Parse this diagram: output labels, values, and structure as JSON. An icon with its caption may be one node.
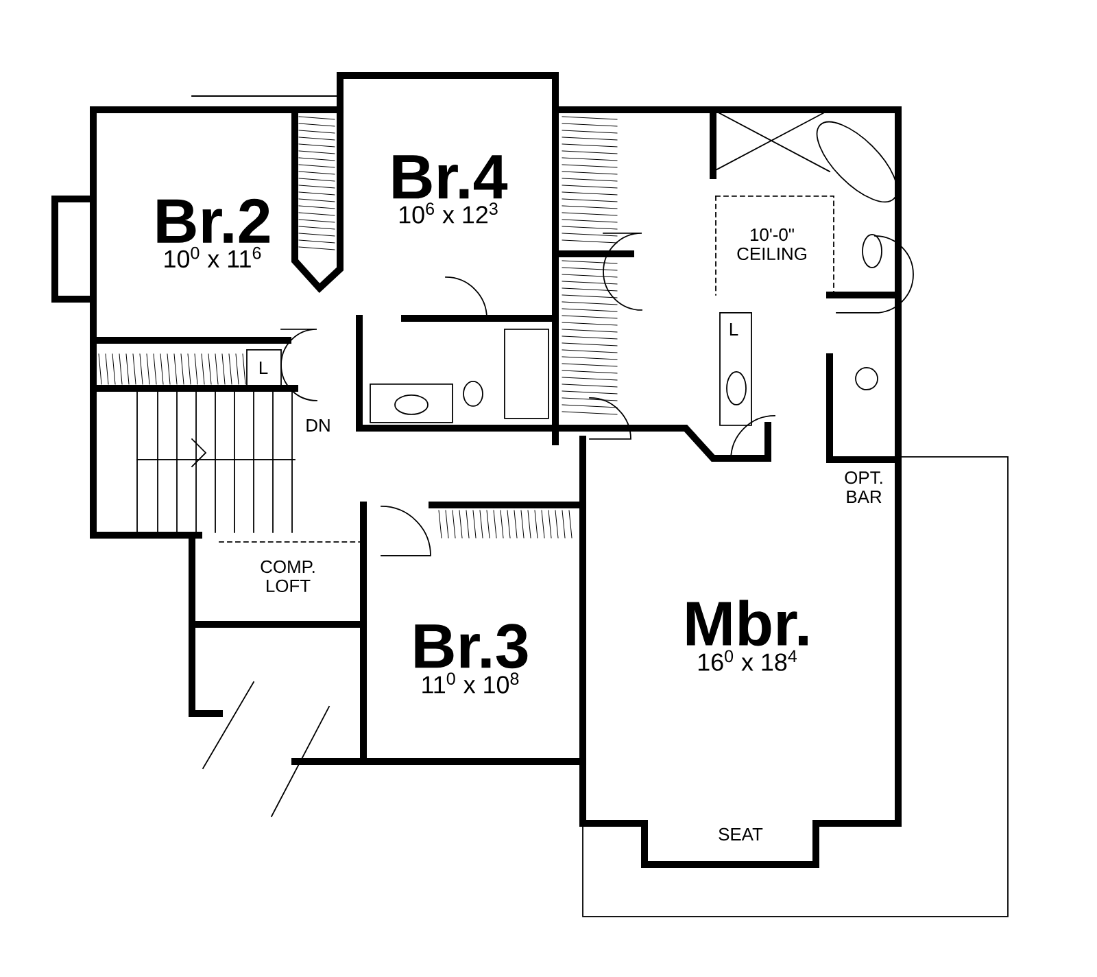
{
  "diagram": {
    "nodes": [
      {
        "text": [
          "Br.2",
          "10$^{0}$ x 11$^{6}$"
        ]
      },
      {
        "text": [
          "Br.4",
          "10$^{6}$ x 12$^{3}$"
        ]
      },
      {
        "text": [
          "Br.3",
          "11$^{0}$ x 10$^{8}$"
        ]
      },
      {
        "text": [
          "Mbr.",
          "16$^{0}$ x 18$^{4}$"
        ]
      }
    ],
    "labels": [
      "10'-0\" CEILING",
      "L",
      "L",
      "DN",
      "OPT. BAR",
      "COMP. LOFT",
      "SEAT"
    ]
  }
}
